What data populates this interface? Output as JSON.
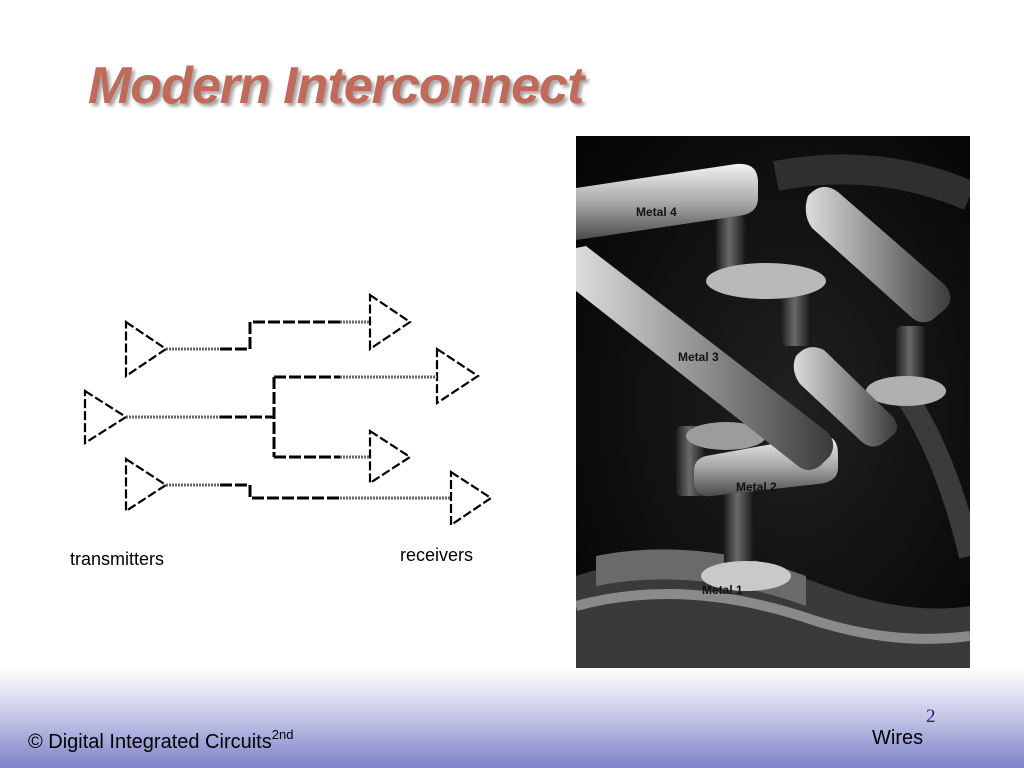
{
  "slide": {
    "title": "Modern Interconnect",
    "caption_transmitters": "transmitters",
    "caption_receivers": "receivers",
    "photo_labels": [
      "Metal 4",
      "Metal 3",
      "Metal 2",
      "Metal 1"
    ]
  },
  "footer": {
    "copyright_text": "© Digital Integrated Circuits",
    "copyright_superscript": "2nd",
    "section": "Wires",
    "page_number": "2"
  },
  "colors": {
    "title": "#c06a5a",
    "footer_gradient_end": "#7e82c8",
    "page_number": "#1a1aa0"
  }
}
